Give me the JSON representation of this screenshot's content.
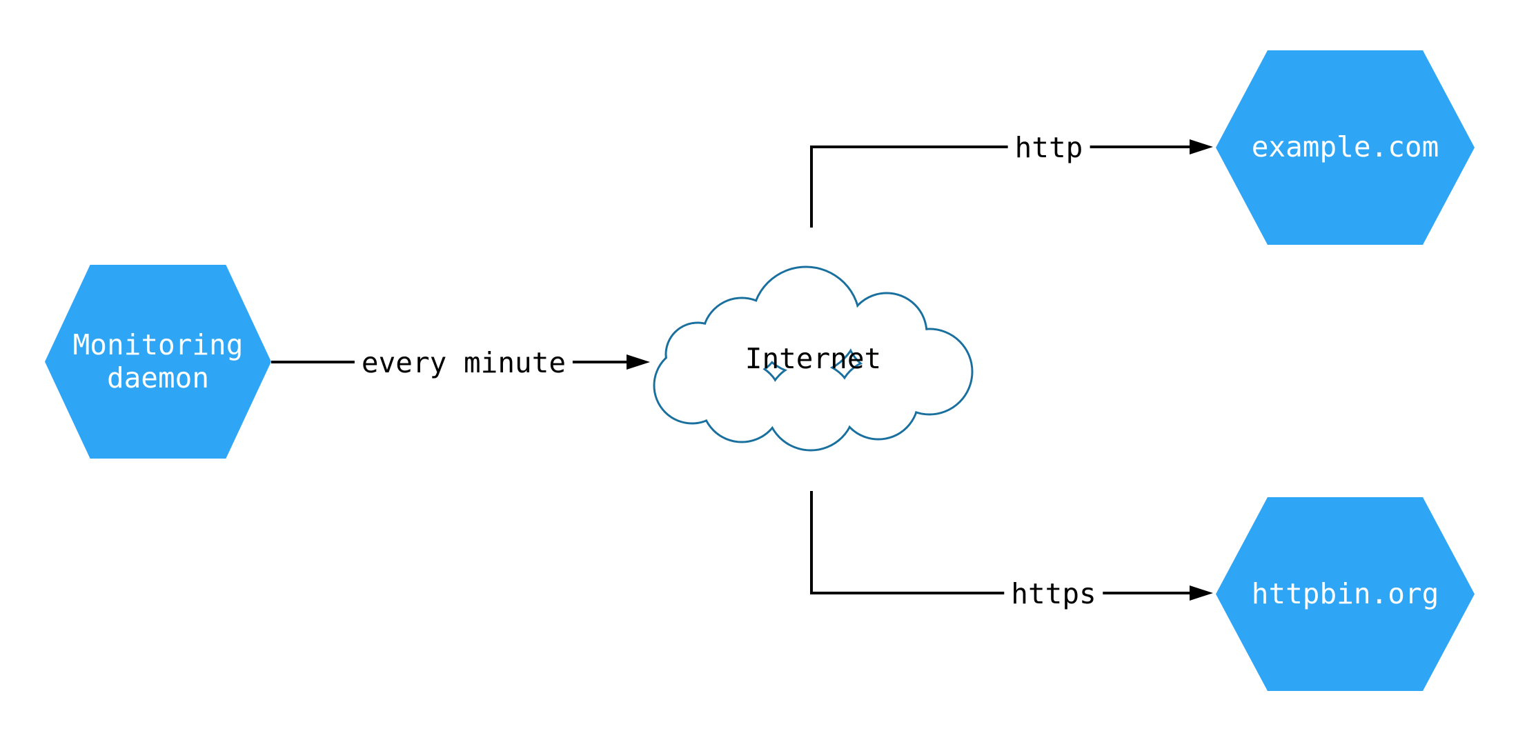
{
  "diagram": {
    "type": "network-flow",
    "background": "#ffffff",
    "line_color": "#000000",
    "nodes": {
      "monitoring": {
        "label": "Monitoring\ndaemon",
        "shape": "hexagon",
        "fill": "#2fa5f6",
        "text_color": "#ffffff"
      },
      "internet": {
        "label": "Internet",
        "shape": "cloud",
        "stroke": "#19709e",
        "fill": "#ffffff",
        "text_color": "#000000"
      },
      "example": {
        "label": "example.com",
        "shape": "hexagon",
        "fill": "#2fa5f6",
        "text_color": "#ffffff"
      },
      "httpbin": {
        "label": "httpbin.org",
        "shape": "hexagon",
        "fill": "#2fa5f6",
        "text_color": "#ffffff"
      }
    },
    "edges": [
      {
        "from": "monitoring",
        "to": "internet",
        "label": "every minute"
      },
      {
        "from": "internet",
        "to": "example",
        "label": "http"
      },
      {
        "from": "internet",
        "to": "httpbin",
        "label": "https"
      }
    ]
  }
}
